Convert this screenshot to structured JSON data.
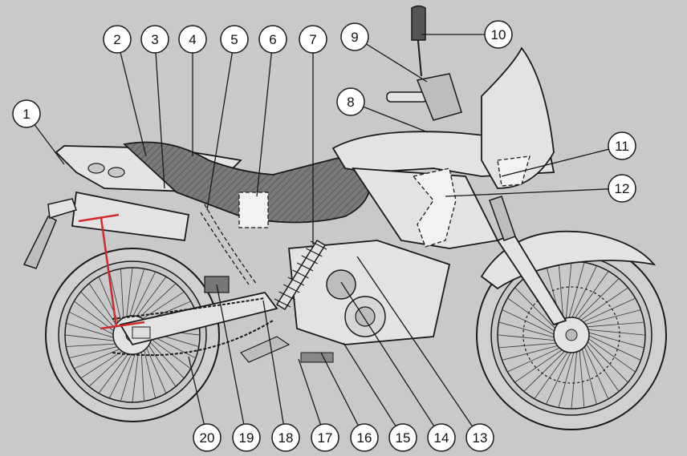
{
  "background_color": "#c8c9cb",
  "colors": {
    "line": "#1a1a1a",
    "body": "#e3e3e3",
    "tire": "#d6d6d6",
    "seat": "#6b6b6b",
    "highlight": "#d22a2a",
    "callout_fill": "#ffffff"
  },
  "callouts": [
    {
      "id": "1",
      "label": "1"
    },
    {
      "id": "2",
      "label": "2"
    },
    {
      "id": "3",
      "label": "3"
    },
    {
      "id": "4",
      "label": "4"
    },
    {
      "id": "5",
      "label": "5"
    },
    {
      "id": "6",
      "label": "6"
    },
    {
      "id": "7",
      "label": "7"
    },
    {
      "id": "8",
      "label": "8"
    },
    {
      "id": "9",
      "label": "9"
    },
    {
      "id": "10",
      "label": "10"
    },
    {
      "id": "11",
      "label": "11"
    },
    {
      "id": "12",
      "label": "12"
    },
    {
      "id": "13",
      "label": "13"
    },
    {
      "id": "14",
      "label": "14"
    },
    {
      "id": "15",
      "label": "15"
    },
    {
      "id": "16",
      "label": "16"
    },
    {
      "id": "17",
      "label": "17"
    },
    {
      "id": "18",
      "label": "18"
    },
    {
      "id": "19",
      "label": "19"
    },
    {
      "id": "20",
      "label": "20"
    }
  ]
}
